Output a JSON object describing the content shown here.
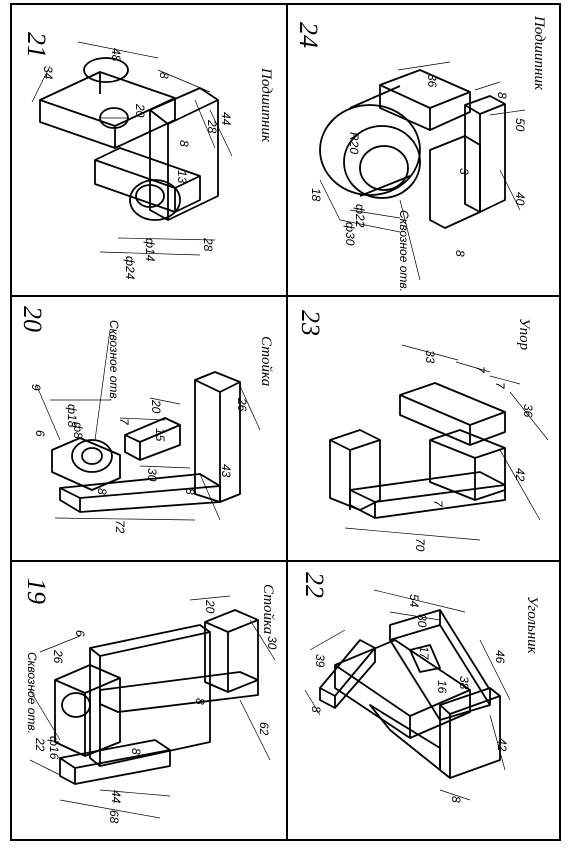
{
  "cells": [
    {
      "number": "21",
      "title": "Подшипник",
      "dims": [
        "48",
        "34",
        "8",
        "20",
        "44",
        "28",
        "8",
        "13",
        "ф14",
        "ф24",
        "28"
      ]
    },
    {
      "number": "24",
      "title": "Подшипник",
      "dims": [
        "36",
        "8",
        "50",
        "R20",
        "18",
        "ф22",
        "ф30",
        "3",
        "40",
        "8",
        "Сквозное отв."
      ]
    },
    {
      "number": "20",
      "title": "Стойка",
      "dims": [
        "Сквозное отв.",
        "9",
        "ф18",
        "ф8",
        "6",
        "20",
        "15",
        "7",
        "26",
        "30",
        "8",
        "8",
        "72",
        "43"
      ]
    },
    {
      "number": "23",
      "title": "Упор",
      "dims": [
        "33",
        "7",
        "7",
        "36",
        "42",
        "7",
        "70"
      ]
    },
    {
      "number": "19",
      "title": "Стойка",
      "dims": [
        "Сквозное отв.",
        "26",
        "6",
        "20",
        "30",
        "22",
        "ф16",
        "8",
        "8",
        "44",
        "68",
        "62"
      ]
    },
    {
      "number": "22",
      "title": "Угольник",
      "dims": [
        "54",
        "30",
        "39",
        "17",
        "16",
        "38",
        "46",
        "8",
        "42",
        "8"
      ]
    }
  ]
}
